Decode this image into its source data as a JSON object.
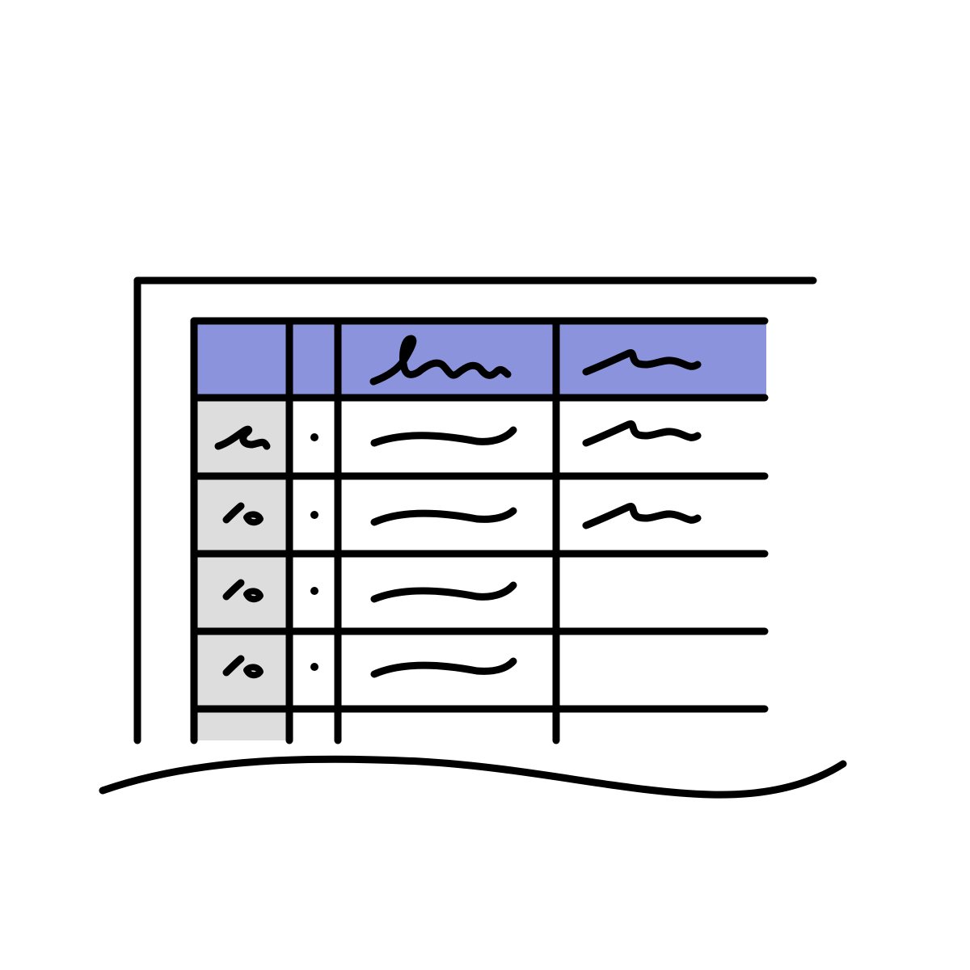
{
  "illustration": {
    "subject": "spreadsheet-table-icon",
    "colors": {
      "ink": "#000000",
      "header_fill": "#8a93db",
      "row_header_fill": "#dddddd",
      "background": "#ffffff"
    },
    "table": {
      "header_row": {
        "cells": [
          "",
          "",
          "scribble",
          "scribble"
        ]
      },
      "rows": [
        {
          "row_label": "scribble",
          "marker": "dot",
          "value": "line",
          "extra": "scribble"
        },
        {
          "row_label": "scribble",
          "marker": "dot",
          "value": "line",
          "extra": "scribble"
        },
        {
          "row_label": "scribble",
          "marker": "dot",
          "value": "line",
          "extra": ""
        },
        {
          "row_label": "scribble",
          "marker": "dot",
          "value": "line",
          "extra": ""
        }
      ]
    }
  }
}
